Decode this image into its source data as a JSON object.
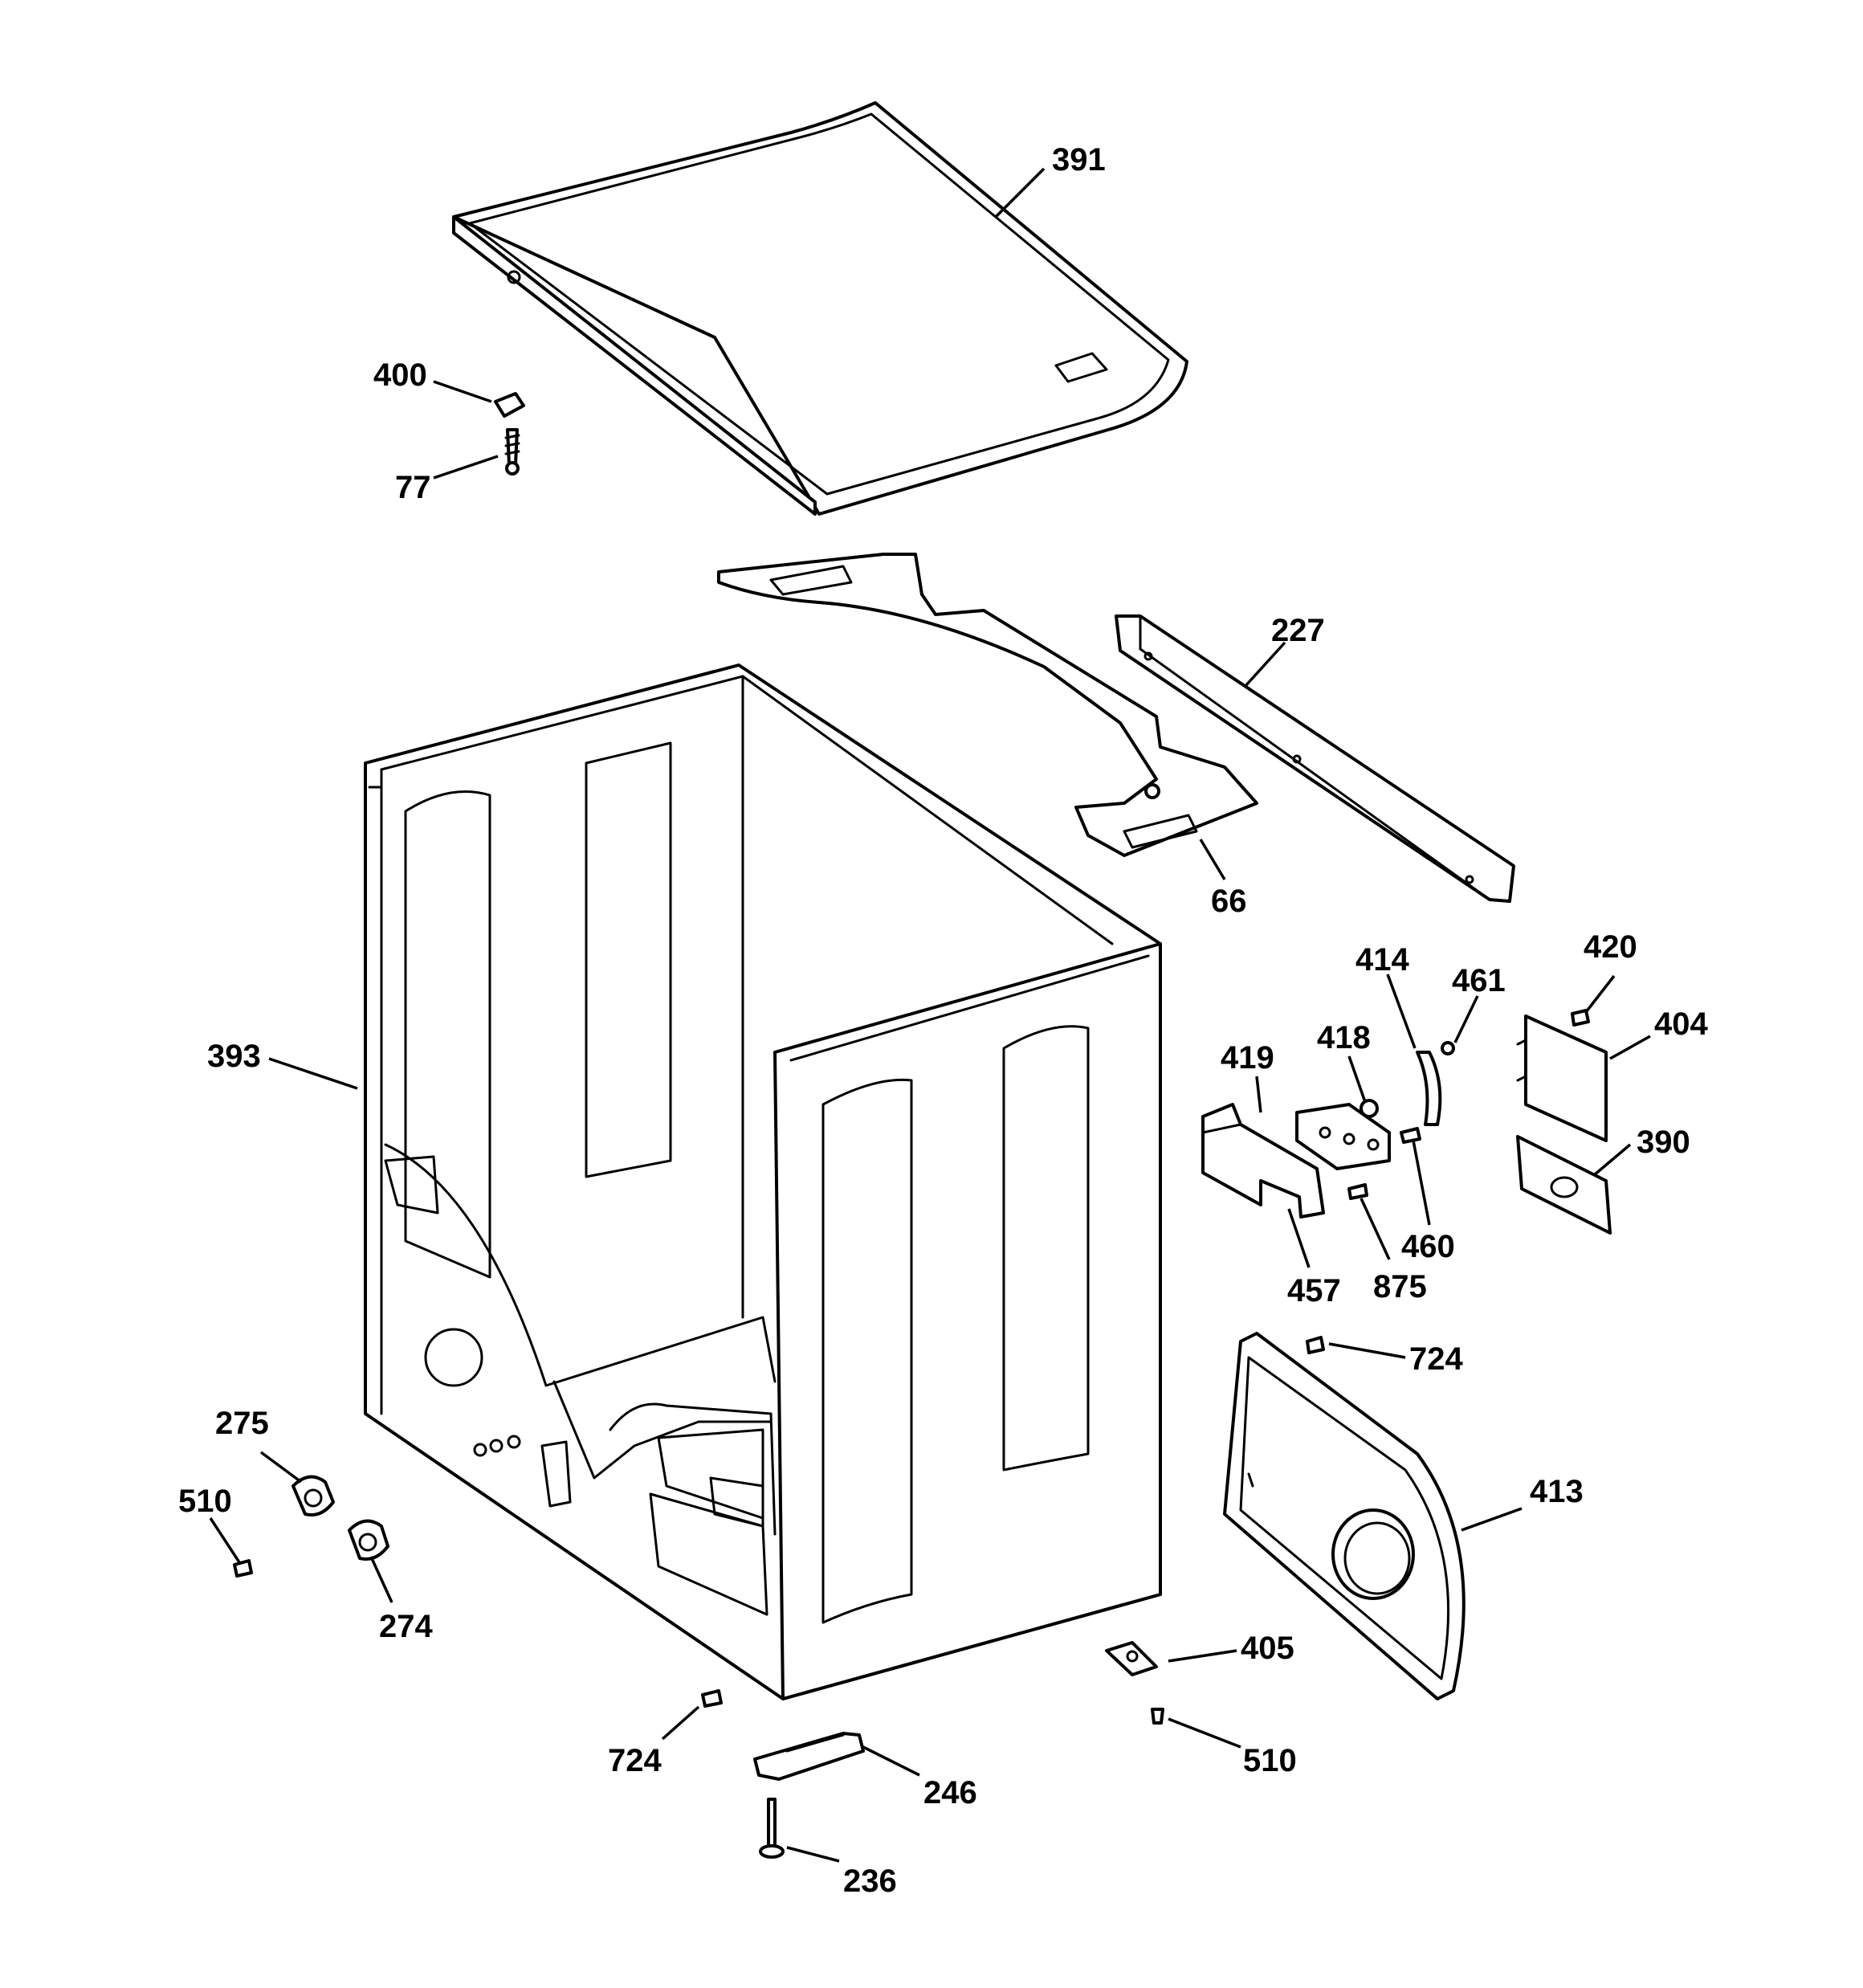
{
  "callouts": {
    "c391": "391",
    "c400": "400",
    "c77": "77",
    "c227": "227",
    "c66": "66",
    "c393": "393",
    "c414": "414",
    "c420": "420",
    "c461": "461",
    "c404": "404",
    "c418": "418",
    "c419": "419",
    "c390": "390",
    "c460": "460",
    "c457": "457",
    "c875": "875",
    "c724_right": "724",
    "c413": "413",
    "c275": "275",
    "c510_left": "510",
    "c274": "274",
    "c405": "405",
    "c724_bottom": "724",
    "c510_bottom": "510",
    "c246": "246",
    "c236": "236"
  },
  "colors": {
    "line": "#000000",
    "background": "#ffffff"
  }
}
